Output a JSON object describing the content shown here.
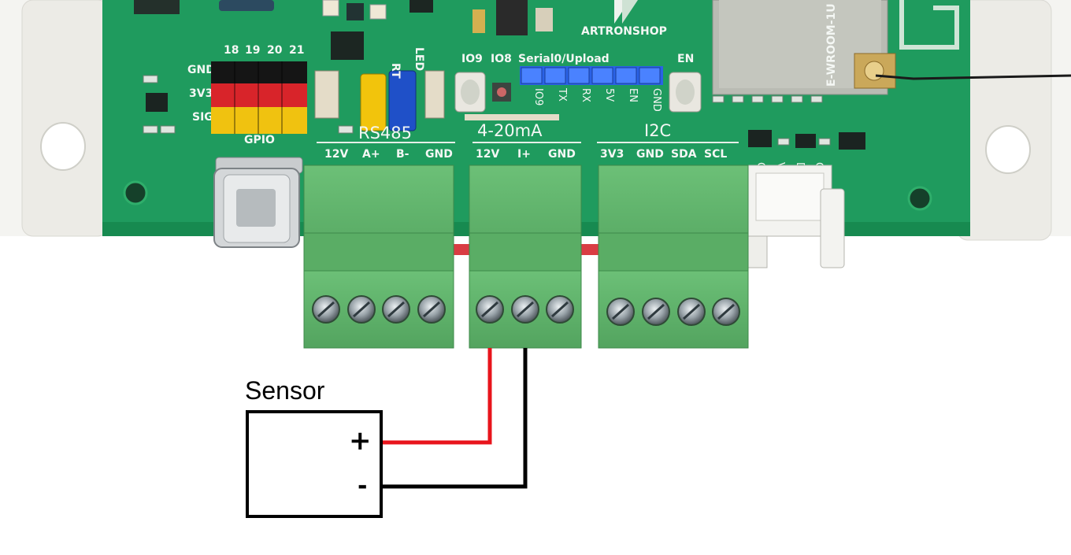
{
  "board": {
    "brand": "ARTRONSHOP",
    "gpio_numbers": [
      "18",
      "19",
      "20",
      "21"
    ],
    "gpio_row_labels": [
      "GND",
      "3V3",
      "SIG"
    ],
    "gpio_header": "GPIO",
    "jumper_labels": [
      "RT",
      "LED"
    ],
    "button_labels": [
      "IO9",
      "IO8"
    ],
    "serial_header": "Serial0/Upload",
    "serial_pins": [
      "IO9",
      "TX",
      "RX",
      "5V",
      "EN",
      "GND"
    ],
    "en_label": "EN",
    "module_text": "E-WROOM-1U",
    "i2c_side_pins": [
      "G",
      "V",
      "D",
      "C"
    ]
  },
  "terminals": [
    {
      "title": "RS485",
      "pins": [
        "12V",
        "A+",
        "B-",
        "GND"
      ]
    },
    {
      "title": "4-20mA",
      "pins": [
        "12V",
        "I+",
        "GND"
      ]
    },
    {
      "title": "I2C",
      "pins": [
        "3V3",
        "GND",
        "SDA",
        "SCL"
      ]
    }
  ],
  "sensor": {
    "title": "Sensor",
    "plus": "+",
    "minus": "-"
  },
  "colors": {
    "pcb": "#1f9b5e",
    "terminal_block": "#62b46c",
    "enclosure": "#f1f1ee",
    "wire_positive": "#e8141c",
    "wire_negative": "#000000",
    "jumper_yellow": "#f2c40c",
    "jumper_blue": "#1f50c8",
    "header_blue": "#2a62e6",
    "antenna_cable": "#1a1a1a"
  },
  "wiring": [
    {
      "from": "sensor.plus",
      "to": "4-20mA.12V",
      "color": "red"
    },
    {
      "from": "sensor.minus",
      "to": "4-20mA.I+",
      "color": "black"
    }
  ]
}
